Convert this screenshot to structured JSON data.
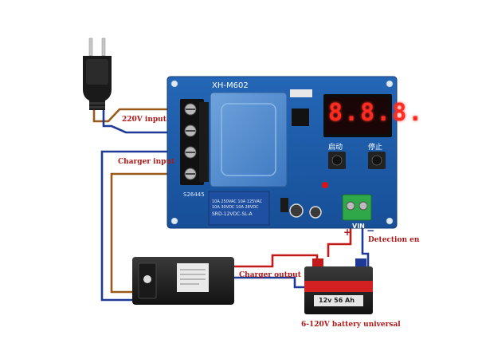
{
  "board": {
    "model": "XH-M602",
    "code": "S26445",
    "relay_lines": [
      "10A 250VAC  10A 125VAC",
      "10A 30VDC   10A 28VDC"
    ],
    "relay_model": "SRD-12VDC-SL-A",
    "button_start": "启动",
    "button_stop": "停止",
    "display": "8.8.8.",
    "terminal_label": "VIN"
  },
  "labels": {
    "ac_input": "220V input",
    "charger_input": "Charger input",
    "charger_output": "Charger output",
    "detection": "Detection en",
    "battery_caption": "6-120V battery universal",
    "plus": "+",
    "minus": "−"
  },
  "battery": {
    "brand_text": "12v 56 Ah"
  },
  "colors": {
    "wire_brown": "#9a5a1c",
    "wire_blue": "#1f3a96",
    "wire_red": "#c31a1a",
    "pcb": "#1b56a6",
    "display_red": "#ff2a20"
  }
}
